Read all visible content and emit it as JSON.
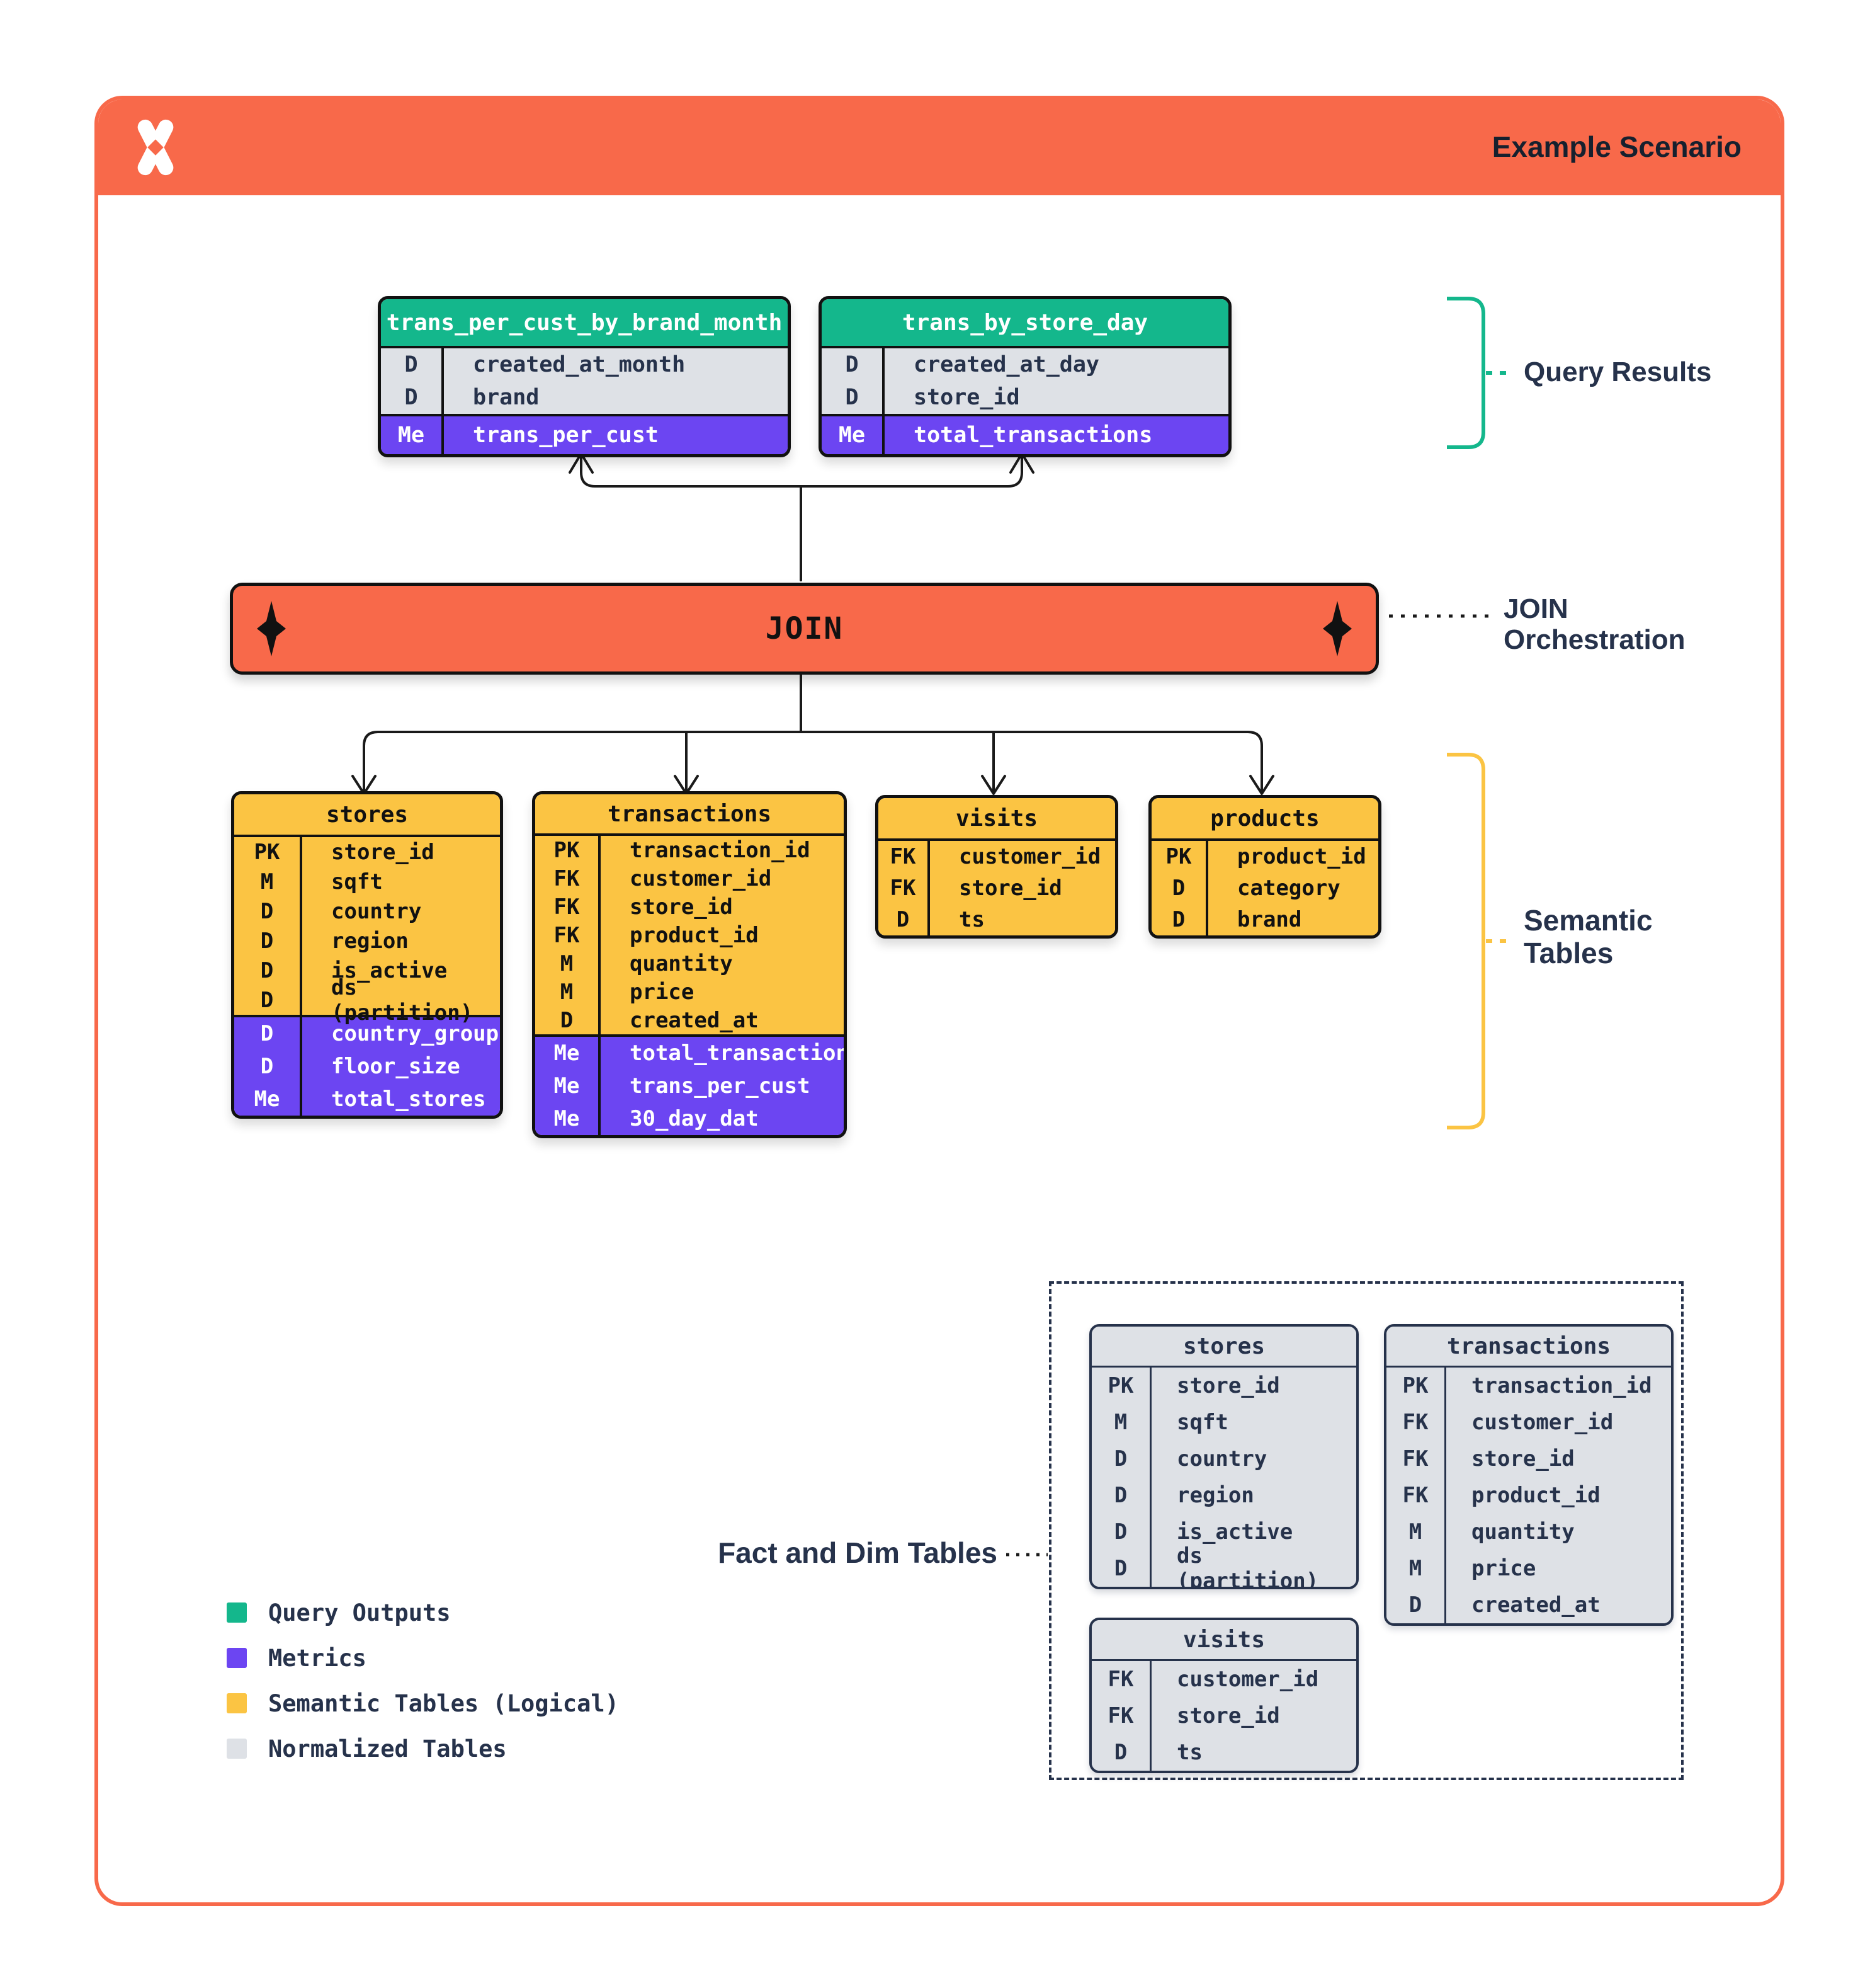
{
  "header": {
    "title": "Example Scenario",
    "logo": "sparkle-x-logo"
  },
  "colors": {
    "orange": "#F8694A",
    "green": "#14B78C",
    "purple": "#6C45F2",
    "yellow": "#FBC443",
    "gray": "#DEE1E6",
    "navy": "#26324B"
  },
  "join": {
    "label": "JOIN",
    "annotation": "JOIN Orchestration"
  },
  "query_results": {
    "label": "Query Results",
    "tables": [
      {
        "name": "trans_per_cust_by_brand_month",
        "rows": [
          {
            "k": "D",
            "v": "created_at_month"
          },
          {
            "k": "D",
            "v": "brand"
          },
          {
            "k": "Me",
            "v": "trans_per_cust",
            "m": true
          }
        ]
      },
      {
        "name": "trans_by_store_day",
        "rows": [
          {
            "k": "D",
            "v": "created_at_day"
          },
          {
            "k": "D",
            "v": "store_id"
          },
          {
            "k": "Me",
            "v": "total_transactions",
            "m": true
          }
        ]
      }
    ]
  },
  "semantic": {
    "label": "Semantic Tables",
    "tables": [
      {
        "name": "stores",
        "rows": [
          {
            "k": "PK",
            "v": "store_id"
          },
          {
            "k": "M",
            "v": "sqft"
          },
          {
            "k": "D",
            "v": "country"
          },
          {
            "k": "D",
            "v": "region"
          },
          {
            "k": "D",
            "v": "is_active"
          },
          {
            "k": "D",
            "v": "ds (partition)"
          },
          {
            "k": "D",
            "v": "country_group",
            "m": true
          },
          {
            "k": "D",
            "v": "floor_size",
            "m": true
          },
          {
            "k": "Me",
            "v": "total_stores",
            "m": true
          }
        ]
      },
      {
        "name": "transactions",
        "rows": [
          {
            "k": "PK",
            "v": "transaction_id"
          },
          {
            "k": "FK",
            "v": "customer_id"
          },
          {
            "k": "FK",
            "v": "store_id"
          },
          {
            "k": "FK",
            "v": "product_id"
          },
          {
            "k": "M",
            "v": "quantity"
          },
          {
            "k": "M",
            "v": "price"
          },
          {
            "k": "D",
            "v": "created_at"
          },
          {
            "k": "Me",
            "v": "total_transactions",
            "m": true
          },
          {
            "k": "Me",
            "v": "trans_per_cust",
            "m": true
          },
          {
            "k": "Me",
            "v": "30_day_dat",
            "m": true
          }
        ]
      },
      {
        "name": "visits",
        "rows": [
          {
            "k": "FK",
            "v": "customer_id"
          },
          {
            "k": "FK",
            "v": "store_id"
          },
          {
            "k": "D",
            "v": "ts"
          }
        ]
      },
      {
        "name": "products",
        "rows": [
          {
            "k": "PK",
            "v": "product_id"
          },
          {
            "k": "D",
            "v": "category"
          },
          {
            "k": "D",
            "v": "brand"
          }
        ]
      }
    ]
  },
  "fact_dim": {
    "label": "Fact and Dim Tables",
    "tables": [
      {
        "name": "stores",
        "rows": [
          {
            "k": "PK",
            "v": "store_id"
          },
          {
            "k": "M",
            "v": "sqft"
          },
          {
            "k": "D",
            "v": "country"
          },
          {
            "k": "D",
            "v": "region"
          },
          {
            "k": "D",
            "v": "is_active"
          },
          {
            "k": "D",
            "v": "ds (partition)"
          }
        ]
      },
      {
        "name": "transactions",
        "rows": [
          {
            "k": "PK",
            "v": "transaction_id"
          },
          {
            "k": "FK",
            "v": "customer_id"
          },
          {
            "k": "FK",
            "v": "store_id"
          },
          {
            "k": "FK",
            "v": "product_id"
          },
          {
            "k": "M",
            "v": "quantity"
          },
          {
            "k": "M",
            "v": "price"
          },
          {
            "k": "D",
            "v": "created_at"
          }
        ]
      },
      {
        "name": "visits",
        "rows": [
          {
            "k": "FK",
            "v": "customer_id"
          },
          {
            "k": "FK",
            "v": "store_id"
          },
          {
            "k": "D",
            "v": "ts"
          }
        ]
      }
    ]
  },
  "legend": {
    "items": [
      {
        "label": "Query Outputs",
        "color": "#14B78C"
      },
      {
        "label": "Metrics",
        "color": "#6C45F2"
      },
      {
        "label": "Semantic Tables (Logical)",
        "color": "#FBC443"
      },
      {
        "label": "Normalized Tables",
        "color": "#DEE1E6"
      }
    ]
  }
}
